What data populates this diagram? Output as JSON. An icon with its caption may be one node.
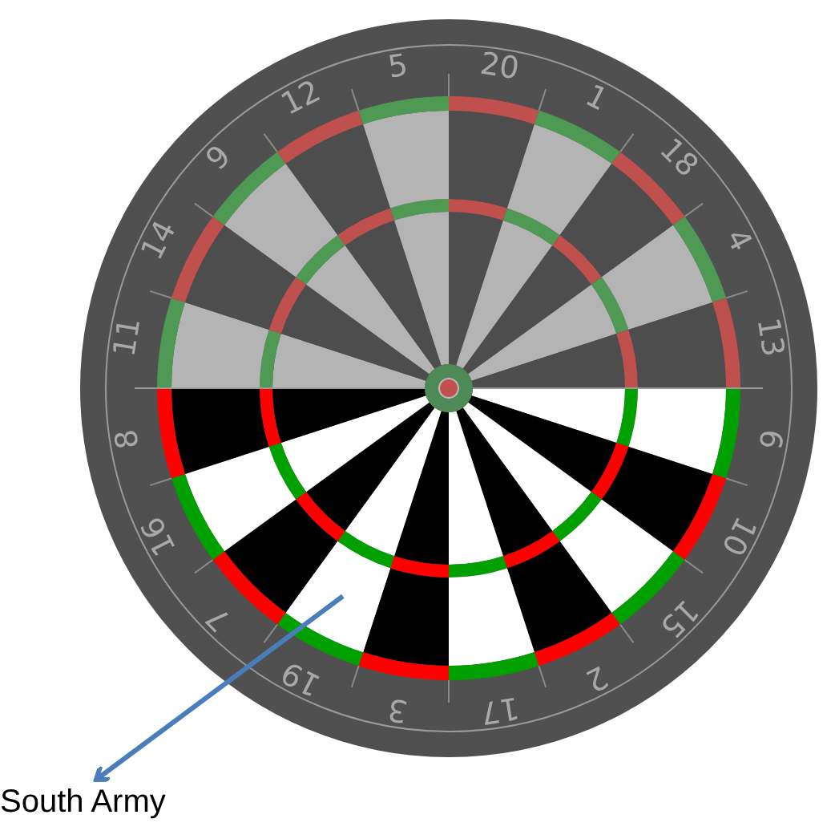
{
  "diagram": {
    "nodes": [
      {
        "text": [],
        "shape": "wedge"
      },
      {
        "text": [
          "South Army"
        ]
      }
    ],
    "edges": [
      {
        "from": 0,
        "to": 1,
        "arrow": "to"
      }
    ],
    "labels": [
      "20",
      "1",
      "18",
      "4",
      "13",
      "6",
      "10",
      "15",
      "2",
      "17",
      "3",
      "19",
      "7",
      "16",
      "8",
      "11",
      "14",
      "9",
      "12",
      "5"
    ]
  }
}
